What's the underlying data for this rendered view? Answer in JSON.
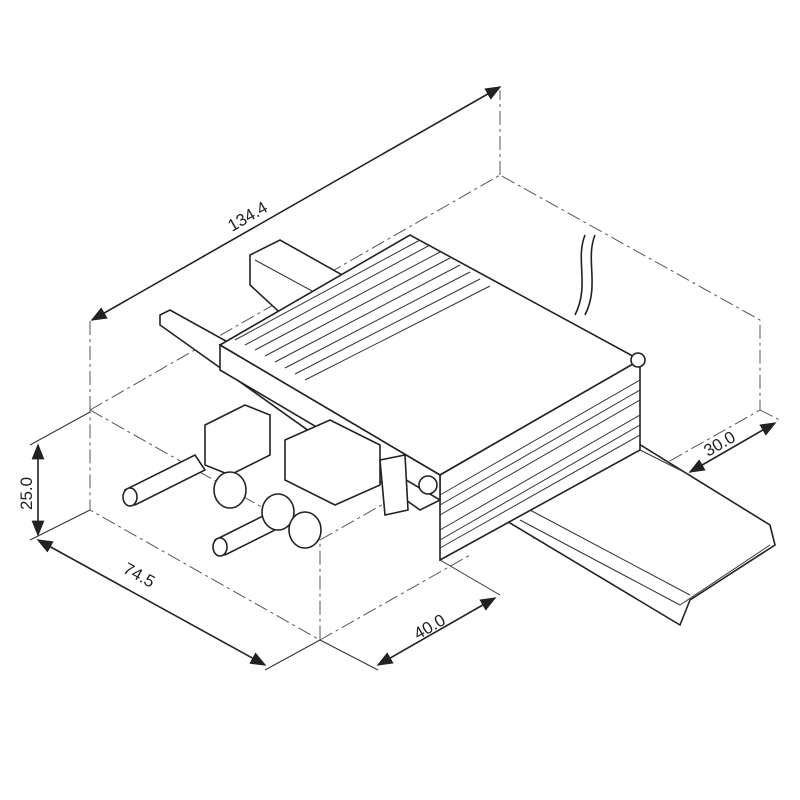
{
  "drawing": {
    "dimensions": {
      "length": "134.4",
      "height": "25.0",
      "depth": "74.5",
      "connector_offset": "40.0",
      "rail_offset": "30.0"
    },
    "colors": {
      "line": "#222222",
      "background": "#ffffff"
    }
  }
}
